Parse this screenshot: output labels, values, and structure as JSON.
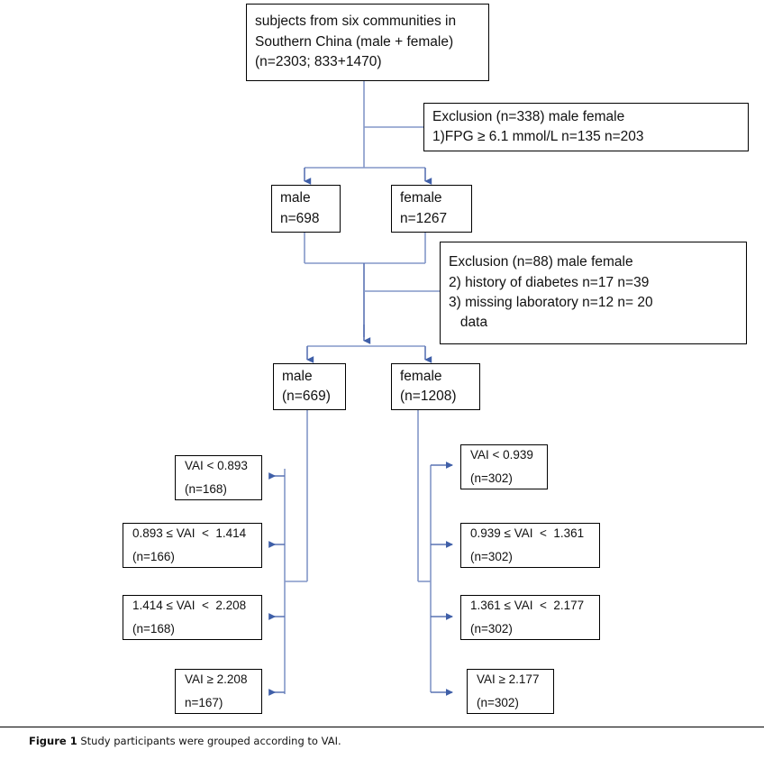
{
  "figure": {
    "caption_label": "Figure 1",
    "caption_text": " Study participants were grouped according to VAI.",
    "line_color": "#8497c8",
    "arrow_color": "#3f5fa8",
    "box_border_color": "#000000"
  },
  "nodes": {
    "source": {
      "line1": "subjects from six communities in",
      "line2": "Southern China (male + female)",
      "line3": "(n=2303; 833+1470)"
    },
    "exclusion1": {
      "line1": "Exclusion (n=338) male female",
      "line2": "1)FPG ≥ 6.1 mmol/L n=135 n=203"
    },
    "male_stage1": {
      "line1": "male",
      "line2": "n=698"
    },
    "female_stage1": {
      "line1": "female",
      "line2": "n=1267"
    },
    "exclusion2": {
      "line1": "Exclusion (n=88) male female",
      "line2": "2) history of diabetes n=17 n=39",
      "line3": "3) missing laboratory n=12 n= 20",
      "line4": "   data"
    },
    "male_stage2": {
      "line1": "male",
      "line2": "(n=669)"
    },
    "female_stage2": {
      "line1": "female",
      "line2": "(n=1208)"
    }
  },
  "male_quartiles": [
    {
      "range": "VAI < 0.893",
      "count": "(n=168)"
    },
    {
      "range": "0.893 ≤ VAI  <  1.414",
      "count": "(n=166)"
    },
    {
      "range": "1.414 ≤ VAI  <  2.208",
      "count": "(n=168)"
    },
    {
      "range": "VAI ≥ 2.208",
      "count": "n=167)"
    }
  ],
  "female_quartiles": [
    {
      "range": "VAI < 0.939",
      "count": "(n=302)"
    },
    {
      "range": "0.939 ≤ VAI  <  1.361",
      "count": "(n=302)"
    },
    {
      "range": "1.361 ≤ VAI  <  2.177",
      "count": "(n=302)"
    },
    {
      "range": "VAI ≥ 2.177",
      "count": "(n=302)"
    }
  ]
}
